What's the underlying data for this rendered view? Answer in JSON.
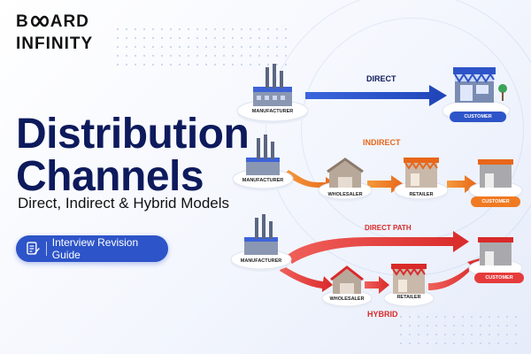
{
  "brand": {
    "line1_left": "B",
    "line1_right": "ARD",
    "line2": "INFINITY"
  },
  "title": {
    "line1": "Distribution",
    "line2": "Channels"
  },
  "subtitle": "Direct, Indirect & Hybrid Models",
  "pill": {
    "label": "Interview Revision Guide",
    "icon": "document-pencil-icon"
  },
  "colors": {
    "navy": "#0d1a5c",
    "blue": "#2d54c8",
    "orange": "#f07a22",
    "red": "#e63b3b"
  },
  "direct": {
    "label": "DIRECT",
    "from": "MANUFACTURER",
    "to": "CUSTOMER"
  },
  "indirect": {
    "label": "INDIRECT",
    "nodes": [
      "MANUFACTURER",
      "WHOLESALER",
      "RETAILER",
      "CUSTOMER"
    ]
  },
  "hybrid": {
    "label": "HYBRID",
    "direct_path_label": "DIRECT PATH",
    "nodes": [
      "MANUFACTURER",
      "WHOLESALER",
      "RETAILER",
      "CUSTOMER"
    ]
  }
}
